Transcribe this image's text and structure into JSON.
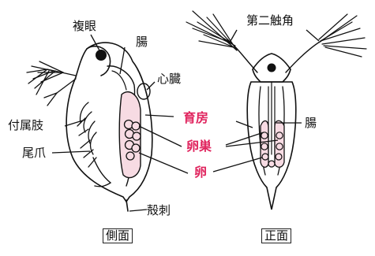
{
  "labels": {
    "compound_eye": "複眼",
    "intestine_side": "腸",
    "heart": "心臓",
    "appendages": "付属肢",
    "tail_claw": "尾爪",
    "brood_chamber": "育房",
    "ovary": "卵巣",
    "egg": "卵",
    "shell_spine": "殻刺",
    "second_antenna": "第二触角",
    "intestine_front": "腸"
  },
  "captions": {
    "side_view": "側面",
    "front_view": "正面"
  },
  "colors": {
    "highlight": "#e0245e",
    "egg_fill": "#f7dbe3",
    "line": "#111111"
  }
}
